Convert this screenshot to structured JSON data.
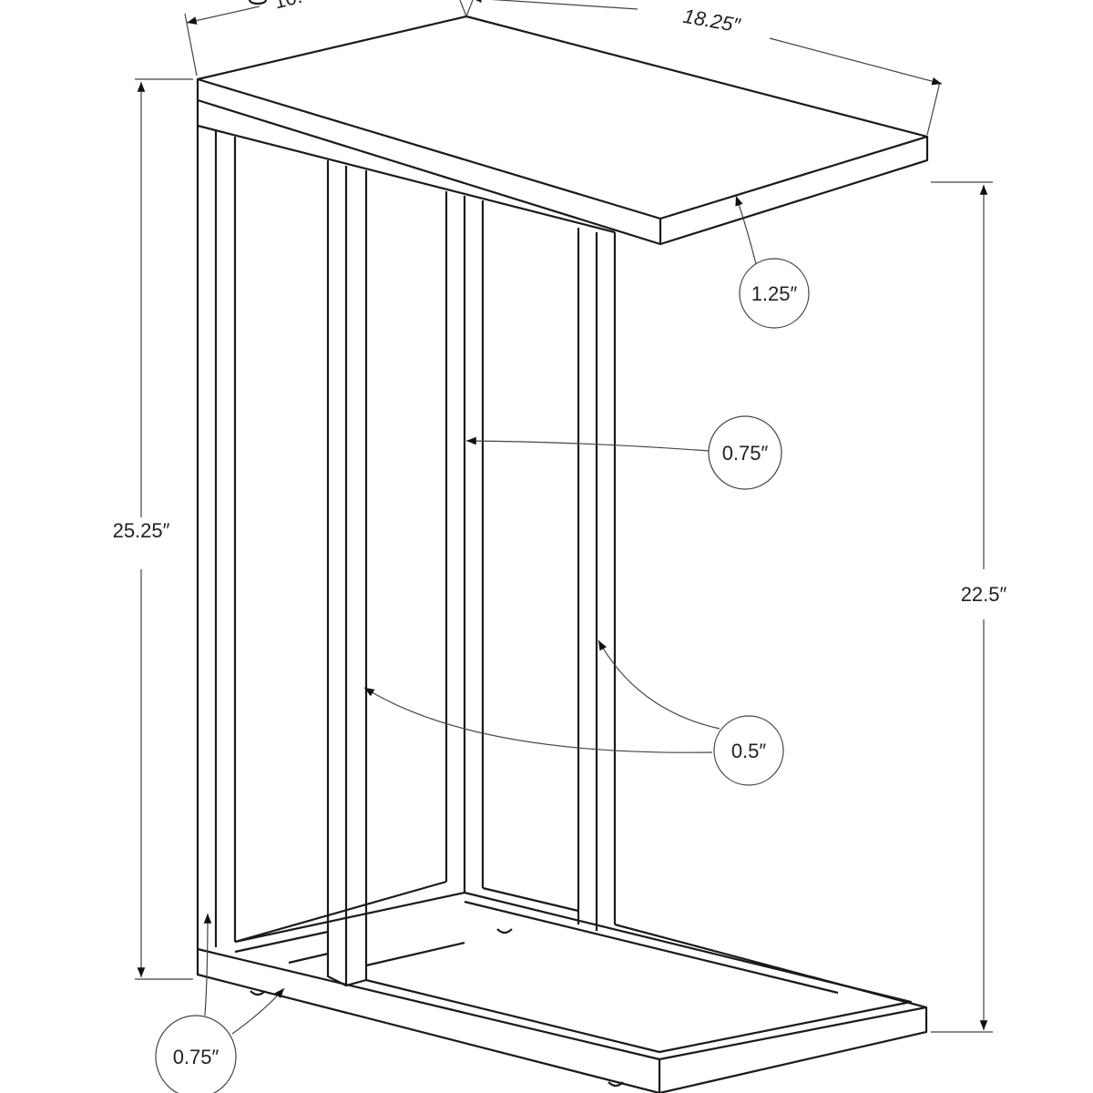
{
  "title": "C-shaped accent table dimension diagram",
  "dimensions": {
    "depth_partial": "10.",
    "width": "18.25″",
    "overall_height": "25.25″",
    "clearance_height": "22.5″",
    "top_thickness": "1.25″",
    "back_leg_size": "0.75″",
    "leg_size": "0.5″",
    "base_size": "0.75″"
  },
  "colors": {
    "line": "#1a1a1a",
    "background": "#ffffff"
  }
}
